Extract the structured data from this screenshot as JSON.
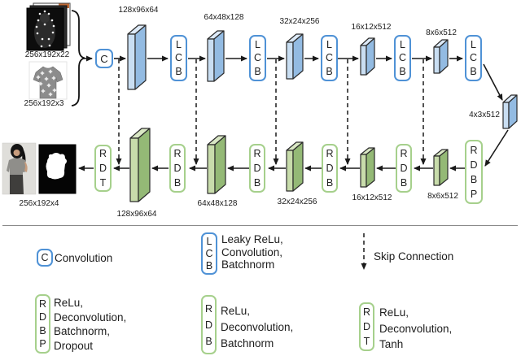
{
  "figure": {
    "type": "encoder-decoder network architecture (U-Net style)"
  },
  "colors": {
    "conv_block_border": "#4f92d6",
    "deconv_block_border": "#a6d08c",
    "encoder_face": "#93bbe2",
    "encoder_side": "#c9def2",
    "encoder_top": "#ddeaf8",
    "decoder_face": "#94b976",
    "decoder_side": "#c8dcab",
    "decoder_top": "#d9e7c4",
    "arrow": "#1a1a1a"
  },
  "diagram": {
    "input_top_label": "256x192x22",
    "input_bottom_label": "256x192x3",
    "output_label": "256x192x4",
    "conv_letter": "C",
    "lcb_letters": "L\nC\nB",
    "rdb_letters": "R\nD\nB",
    "rdbp_letters": "R\nD\nB\nP",
    "rdt_letters": "R\nD\nT",
    "encoder_maps": [
      "128x96x64",
      "64x48x128",
      "32x24x256",
      "16x12x512",
      "8x6x512"
    ],
    "bottleneck_label": "4x3x512",
    "decoder_maps": [
      "8x6x512",
      "16x12x512",
      "32x24x256",
      "64x48x128",
      "128x96x64"
    ]
  },
  "legend": {
    "c_letter": "C",
    "c_desc": "Convolution",
    "lcb_letters": "L\nC\nB",
    "lcb_desc": "Leaky ReLu,\nConvolution,\nBatchnorm",
    "skip_desc": "Skip Connection",
    "rdbp_letters": "R\nD\nB\nP",
    "rdbp_desc": "ReLu,\nDeconvolution,\nBatchnorm,\nDropout",
    "rdb_letters": "R\nD\nB",
    "rdb_desc": "ReLu,\nDeconvolution,\nBatchnorm",
    "rdt_letters": "R\nD\nT",
    "rdt_desc": "ReLu,\nDeconvolution,\nTanh"
  }
}
